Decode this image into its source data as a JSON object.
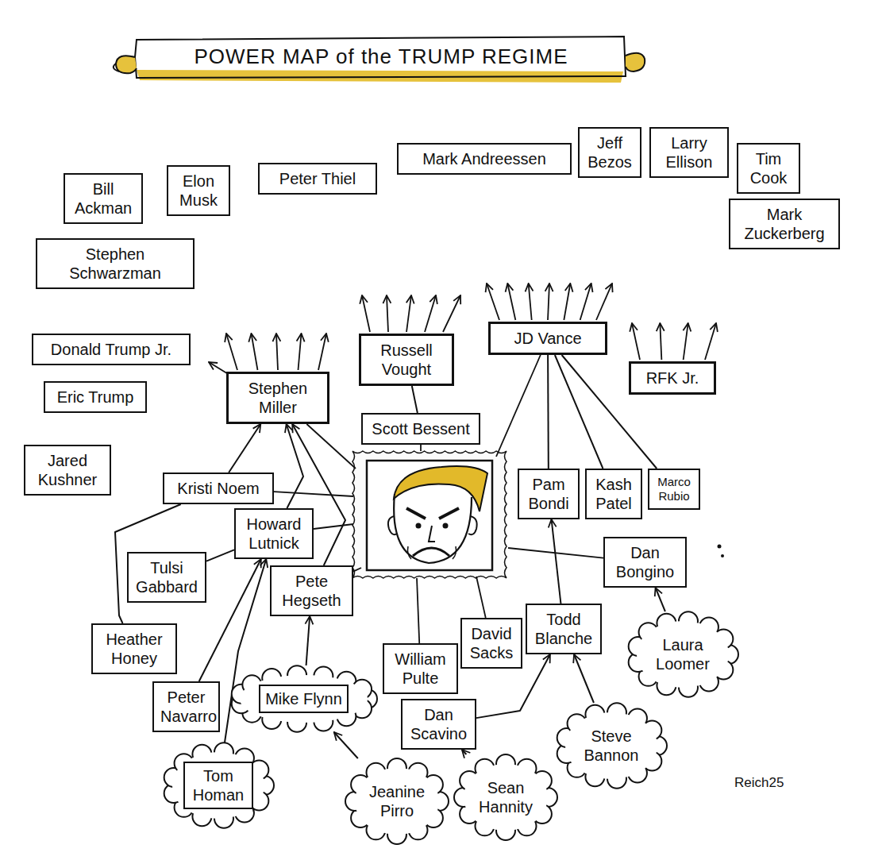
{
  "diagram": {
    "title": "POWER MAP of the TRUMP REGIME",
    "nodes": [
      {
        "text": [
          "Bill Ackman"
        ]
      },
      {
        "text": [
          "Elon Musk"
        ]
      },
      {
        "text": [
          "Peter Thiel"
        ]
      },
      {
        "text": [
          "Mark Andreessen"
        ]
      },
      {
        "text": [
          "Jeff Bezos"
        ]
      },
      {
        "text": [
          "Larry Ellison"
        ]
      },
      {
        "text": [
          "Tim Cook"
        ]
      },
      {
        "text": [
          "Mark Zuckerberg"
        ]
      },
      {
        "text": [
          "Stephen Schwarzman"
        ]
      },
      {
        "text": [
          "Donald Trump Jr."
        ]
      },
      {
        "text": [
          "Eric Trump"
        ]
      },
      {
        "text": [
          "Jared Kushner"
        ]
      },
      {
        "text": [
          "Stephen Miller"
        ]
      },
      {
        "text": [
          "Russell Vought"
        ]
      },
      {
        "text": [
          "JD Vance"
        ]
      },
      {
        "text": [
          "RFK Jr."
        ]
      },
      {
        "text": [
          "Scott Bessent"
        ]
      },
      {
        "text": [
          "Kristi Noem"
        ]
      },
      {
        "text": [
          "Pam Bondi"
        ]
      },
      {
        "text": [
          "Kash Patel"
        ]
      },
      {
        "text": [
          "Marco Rubio"
        ]
      },
      {
        "text": [
          "Howard Lutnick"
        ]
      },
      {
        "text": [
          "Dan Bongino"
        ]
      },
      {
        "text": [
          "Tulsi Gabbard"
        ]
      },
      {
        "text": [
          "Pete Hegseth"
        ]
      },
      {
        "text": [
          "Heather Honey"
        ]
      },
      {
        "text": [
          "Todd Blanche"
        ]
      },
      {
        "text": [
          "William Pulte"
        ]
      },
      {
        "text": [
          "David Sacks"
        ]
      },
      {
        "text": [
          "Laura Loomer"
        ]
      },
      {
        "text": [
          "Peter Navarro"
        ]
      },
      {
        "text": [
          "Mike Flynn"
        ]
      },
      {
        "text": [
          "Dan Scavino"
        ]
      },
      {
        "text": [
          "Tom Homan"
        ]
      },
      {
        "text": [
          "Steve Bannon"
        ]
      },
      {
        "text": [
          "Jeanine Pirro"
        ]
      },
      {
        "text": [
          "Sean Hannity"
        ]
      }
    ],
    "edges": [
      {
        "from": 17,
        "to": 12,
        "arrow": "to"
      },
      {
        "from": 21,
        "to": 12,
        "arrow": "to"
      },
      {
        "from": 24,
        "to": 12,
        "arrow": "to"
      },
      {
        "from": 23,
        "to": 21,
        "arrow": "none"
      },
      {
        "from": 25,
        "to": 17,
        "arrow": "none"
      },
      {
        "from": 30,
        "to": 21,
        "arrow": "to"
      },
      {
        "from": 33,
        "to": 21,
        "arrow": "to"
      },
      {
        "from": 31,
        "to": 24,
        "arrow": "to"
      },
      {
        "from": 35,
        "to": 31,
        "arrow": "to"
      },
      {
        "from": 36,
        "to": 32,
        "arrow": "to"
      },
      {
        "from": 32,
        "to": 26,
        "arrow": "to"
      },
      {
        "from": 34,
        "to": 26,
        "arrow": "to"
      },
      {
        "from": 26,
        "to": 18,
        "arrow": "to"
      },
      {
        "from": 29,
        "to": 22,
        "arrow": "to"
      },
      {
        "from": 18,
        "to": 14,
        "arrow": "none"
      },
      {
        "from": 19,
        "to": 14,
        "arrow": "none"
      },
      {
        "from": 20,
        "to": 14,
        "arrow": "none"
      },
      {
        "from": 16,
        "to": 13,
        "arrow": "none"
      }
    ],
    "labels": [
      "Reich25"
    ]
  }
}
